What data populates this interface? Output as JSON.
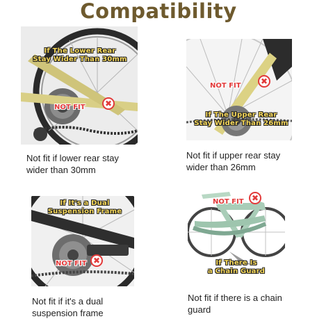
{
  "title": "Compatibility",
  "not_fit_label": "NOT FIT",
  "close_glyph": "✖",
  "panels": [
    {
      "overlay": "If The Lower Rear\nStay Wider Than 30mm",
      "caption": "Not fit if lower rear stay wider than 30mm"
    },
    {
      "overlay": "If The Upper Rear\nStay Wider Than 26mm",
      "caption": "Not fit if upper rear stay wider than 26mm"
    },
    {
      "overlay": "If It's a Dual\nSuspension Frame",
      "caption": "Not fit if it's a dual suspension frame"
    },
    {
      "overlay": "If There Is\na Chain Guard",
      "caption": "Not fit if there is a chain guard"
    }
  ],
  "colors": {
    "title": "#6e5a2e",
    "overlay_text": "#f4d65a",
    "not_fit": "#e23a3a",
    "frame_yellow": "#d9cf86",
    "frame_mint": "#a9cdb8"
  }
}
